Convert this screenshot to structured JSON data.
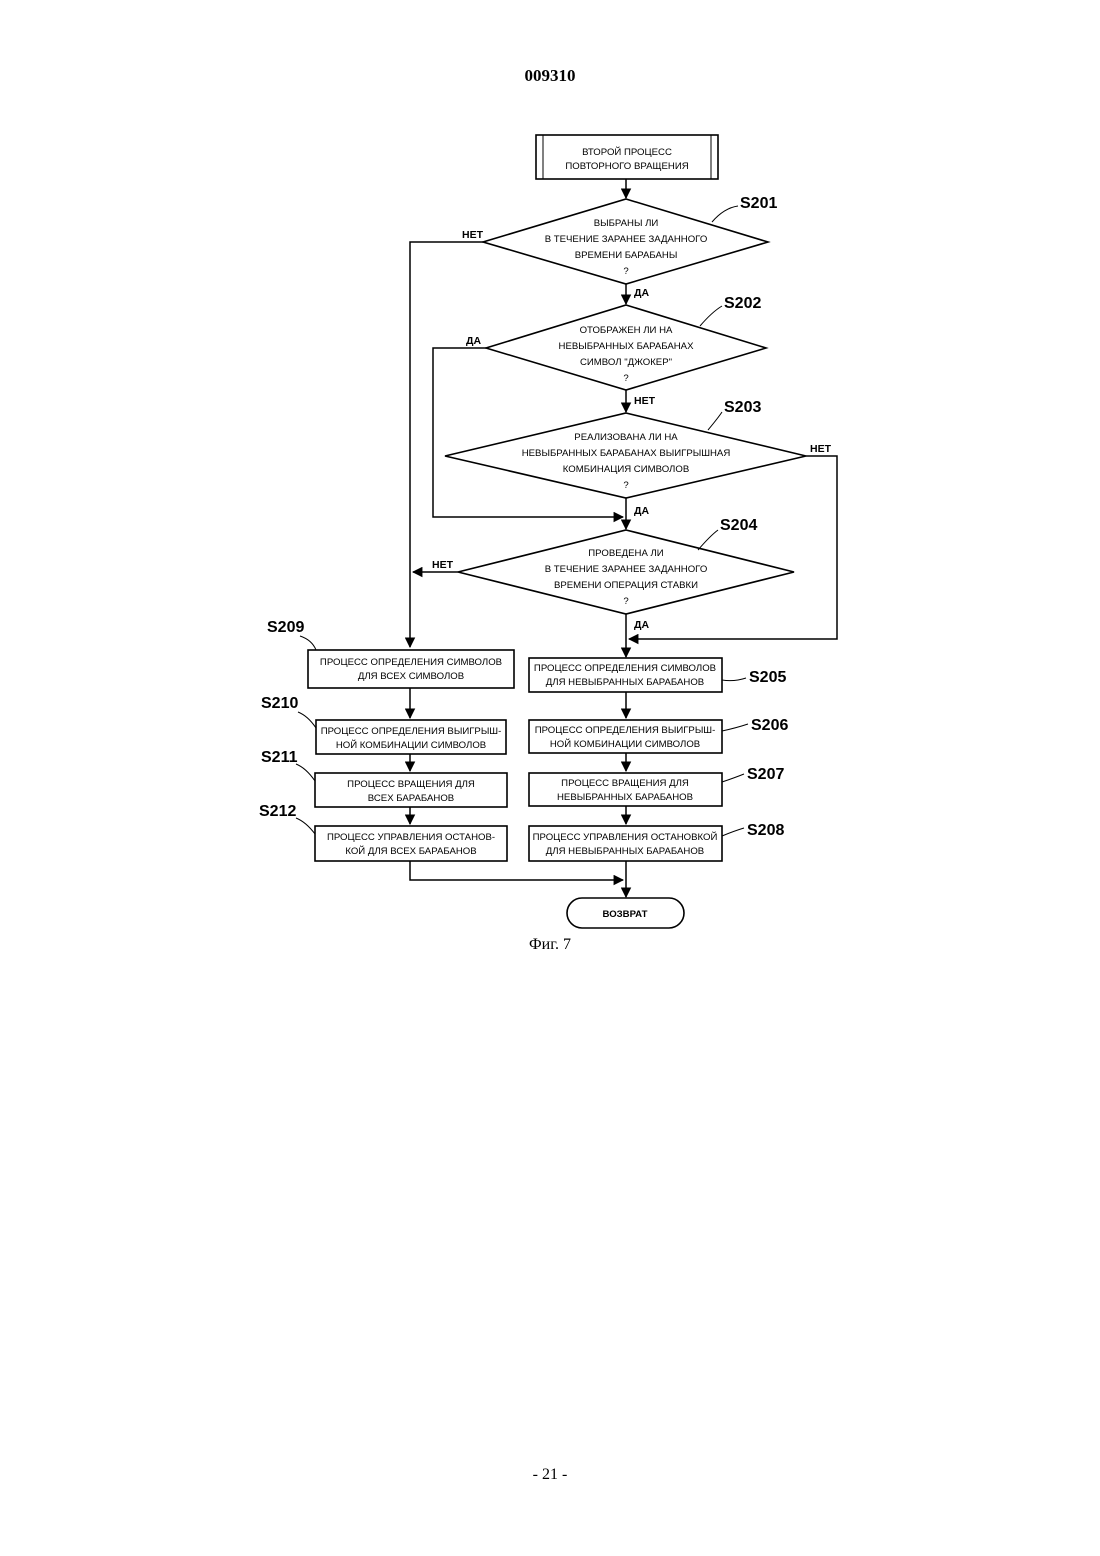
{
  "header": {
    "doc_number": "009310"
  },
  "footer": {
    "page_number": "- 21 -"
  },
  "figure": {
    "caption": "Фиг. 7",
    "start": [
      "ВТОРОЙ ПРОЦЕСС",
      "ПОВТОРНОГО ВРАЩЕНИЯ"
    ],
    "decisions": {
      "s201": {
        "id": "S201",
        "lines": [
          "ВЫБРАНЫ ЛИ",
          "В ТЕЧЕНИЕ ЗАРАНЕЕ ЗАДАННОГО",
          "ВРЕМЕНИ БАРАБАНЫ",
          "?"
        ]
      },
      "s202": {
        "id": "S202",
        "lines": [
          "ОТОБРАЖЕН ЛИ НА",
          "НЕВЫБРАННЫХ БАРАБАНАХ",
          "СИМВОЛ \"ДЖОКЕР\"",
          "?"
        ]
      },
      "s203": {
        "id": "S203",
        "lines": [
          "РЕАЛИЗОВАНА ЛИ НА",
          "НЕВЫБРАННЫХ БАРАБАНАХ ВЫИГРЫШНАЯ",
          "КОМБИНАЦИЯ СИМВОЛОВ",
          "?"
        ]
      },
      "s204": {
        "id": "S204",
        "lines": [
          "ПРОВЕДЕНА ЛИ",
          "В ТЕЧЕНИЕ ЗАРАНЕЕ ЗАДАННОГО",
          "ВРЕМЕНИ ОПЕРАЦИЯ СТАВКИ",
          "?"
        ]
      }
    },
    "branch_labels": {
      "s201_no": "НЕТ",
      "s201_yes": "ДА",
      "s202_yes": "ДА",
      "s202_no": "НЕТ",
      "s203_no": "НЕТ",
      "s203_yes": "ДА",
      "s204_no": "НЕТ",
      "s204_yes": "ДА"
    },
    "processes": {
      "s205": {
        "id": "S205",
        "lines": [
          "ПРОЦЕСС ОПРЕДЕЛЕНИЯ СИМВОЛОВ",
          "ДЛЯ НЕВЫБРАННЫХ БАРАБАНОВ"
        ]
      },
      "s206": {
        "id": "S206",
        "lines": [
          "ПРОЦЕСС ОПРЕДЕЛЕНИЯ ВЫИГРЫШ-",
          "НОЙ КОМБИНАЦИИ СИМВОЛОВ"
        ]
      },
      "s207": {
        "id": "S207",
        "lines": [
          "ПРОЦЕСС ВРАЩЕНИЯ ДЛЯ",
          "НЕВЫБРАННЫХ БАРАБАНОВ"
        ]
      },
      "s208": {
        "id": "S208",
        "lines": [
          "ПРОЦЕСС УПРАВЛЕНИЯ ОСТАНОВКОЙ",
          "ДЛЯ НЕВЫБРАННЫХ БАРАБАНОВ"
        ]
      },
      "s209": {
        "id": "S209",
        "lines": [
          "ПРОЦЕСС ОПРЕДЕЛЕНИЯ СИМВОЛОВ",
          "ДЛЯ ВСЕХ СИМВОЛОВ"
        ]
      },
      "s210": {
        "id": "S210",
        "lines": [
          "ПРОЦЕСС ОПРЕДЕЛЕНИЯ ВЫИГРЫШ-",
          "НОЙ КОМБИНАЦИИ СИМВОЛОВ"
        ]
      },
      "s211": {
        "id": "S211",
        "lines": [
          "ПРОЦЕСС ВРАЩЕНИЯ ДЛЯ",
          "ВСЕХ БАРАБАНОВ"
        ]
      },
      "s212": {
        "id": "S212",
        "lines": [
          "ПРОЦЕСС УПРАВЛЕНИЯ ОСТАНОВ-",
          "КОЙ ДЛЯ ВСЕХ БАРАБАНОВ"
        ]
      }
    },
    "end": "ВОЗВРАТ"
  }
}
